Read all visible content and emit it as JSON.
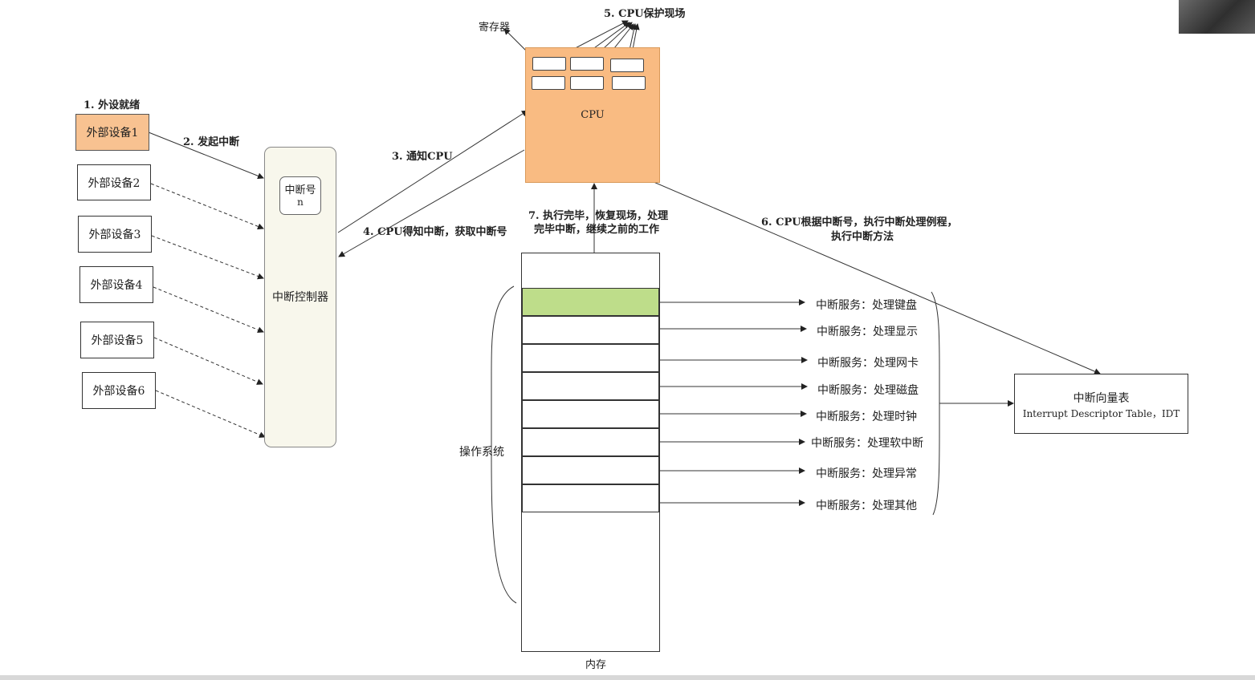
{
  "devices": [
    "外部设备1",
    "外部设备2",
    "外部设备3",
    "外部设备4",
    "外部设备5",
    "外部设备6"
  ],
  "controller": {
    "label": "中断控制器",
    "number_title": "中断号",
    "number_value": "n"
  },
  "cpu": {
    "label": "CPU",
    "register_label": "寄存器"
  },
  "memory": {
    "label": "内存",
    "os_label": "操作系统"
  },
  "services": [
    "中断服务：处理键盘",
    "中断服务：处理显示",
    "中断服务：处理网卡",
    "中断服务：处理磁盘",
    "中断服务：处理时钟",
    "中断服务：处理软中断",
    "中断服务：处理异常",
    "中断服务：处理其他"
  ],
  "idt": {
    "title": "中断向量表",
    "subtitle": "Interrupt Descriptor Table，IDT"
  },
  "steps": {
    "s1": "1. 外设就绪",
    "s2": "2. 发起中断",
    "s3": "3. 通知CPU",
    "s4": "4. CPU得知中断，获取中断号",
    "s5": "5. CPU保护现场",
    "s6_line1": "6. CPU根据中断号，执行中断处理例程，",
    "s6_line2": "执行中断方法",
    "s7_line1": "7. 执行完毕，恢复现场，处理",
    "s7_line2": "完毕中断，继续之前的工作"
  },
  "colors": {
    "active_device": "#f8c291",
    "cpu_fill": "#f9bb82",
    "controller_fill": "#f8f7ec",
    "highlight_slot": "#bedd8a"
  }
}
